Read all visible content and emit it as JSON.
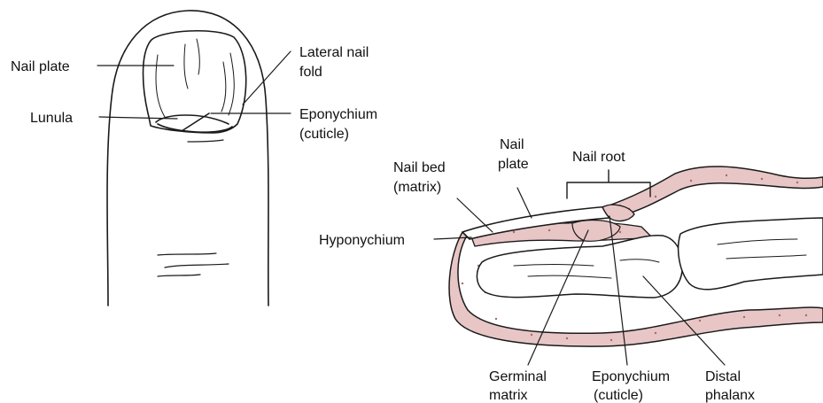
{
  "colors": {
    "ink": "#1a1a1a",
    "skin_tissue": "#e8c6c6",
    "tissue_stipple": "#a86a6a",
    "background": "#ffffff"
  },
  "top_view": {
    "labels": {
      "nail_plate": "Nail plate",
      "lunula": "Lunula",
      "lateral_nail_fold_line1": "Lateral nail",
      "lateral_nail_fold_line2": "fold",
      "eponychium_line1": "Eponychium",
      "eponychium_line2": "(cuticle)"
    }
  },
  "section_view": {
    "labels": {
      "nail_plate_line1": "Nail",
      "nail_plate_line2": "plate",
      "nail_root": "Nail root",
      "nail_bed_line1": "Nail bed",
      "nail_bed_line2": "(matrix)",
      "hyponychium": "Hyponychium",
      "germinal_matrix_line1": "Germinal",
      "germinal_matrix_line2": "matrix",
      "eponychium_line1": "Eponychium",
      "eponychium_line2": "(cuticle)",
      "distal_phalanx_line1": "Distal",
      "distal_phalanx_line2": "phalanx"
    }
  }
}
